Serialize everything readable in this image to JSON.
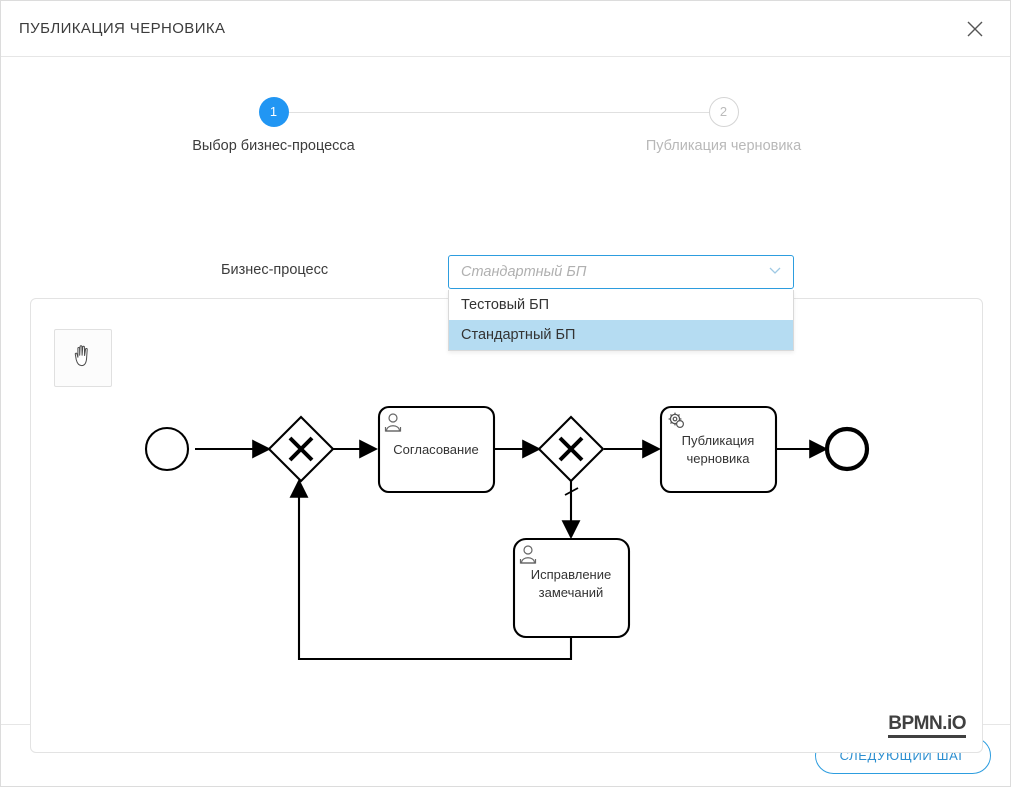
{
  "dialog": {
    "title": "ПУБЛИКАЦИЯ ЧЕРНОВИКА",
    "close_icon": "close-icon"
  },
  "stepper": {
    "steps": [
      {
        "number": "1",
        "label": "Выбор бизнес-процесса",
        "state": "active"
      },
      {
        "number": "2",
        "label": "Публикация черновика",
        "state": "inactive"
      }
    ]
  },
  "form": {
    "business_process": {
      "label": "Бизнес-процесс",
      "placeholder": "Стандартный БП",
      "value": "",
      "expanded": true,
      "chevron_icon": "chevron-down-icon",
      "options": [
        {
          "label": "Тестовый БП",
          "selected": false
        },
        {
          "label": "Стандартный БП",
          "selected": true
        }
      ]
    }
  },
  "canvas": {
    "tool": {
      "name": "hand-tool",
      "icon": "hand-icon",
      "active": true
    },
    "watermark": "BPMN.iO",
    "diagram": {
      "type": "bpmn",
      "nodes": [
        {
          "id": "start",
          "type": "start-event",
          "label": ""
        },
        {
          "id": "gw1",
          "type": "exclusive-gateway",
          "label": ""
        },
        {
          "id": "task1",
          "type": "user-task",
          "label": "Согласование"
        },
        {
          "id": "gw2",
          "type": "exclusive-gateway",
          "label": ""
        },
        {
          "id": "task2",
          "type": "service-task",
          "label": "Публикация черновика"
        },
        {
          "id": "task3",
          "type": "user-task",
          "label": "Исправление замечаний"
        },
        {
          "id": "end",
          "type": "end-event",
          "label": ""
        }
      ],
      "flows": [
        {
          "from": "start",
          "to": "gw1"
        },
        {
          "from": "gw1",
          "to": "task1"
        },
        {
          "from": "task1",
          "to": "gw2"
        },
        {
          "from": "gw2",
          "to": "task2"
        },
        {
          "from": "gw2",
          "to": "task3",
          "default": true
        },
        {
          "from": "task2",
          "to": "end"
        },
        {
          "from": "task3",
          "to": "gw1"
        }
      ]
    }
  },
  "footer": {
    "next_button": "СЛЕДУЮЩИЙ ШАГ"
  },
  "colors": {
    "accent": "#2196f3",
    "border_focus": "#2d9ddf",
    "option_highlight": "#b5dcf2",
    "muted_text": "#b8b8b8"
  }
}
